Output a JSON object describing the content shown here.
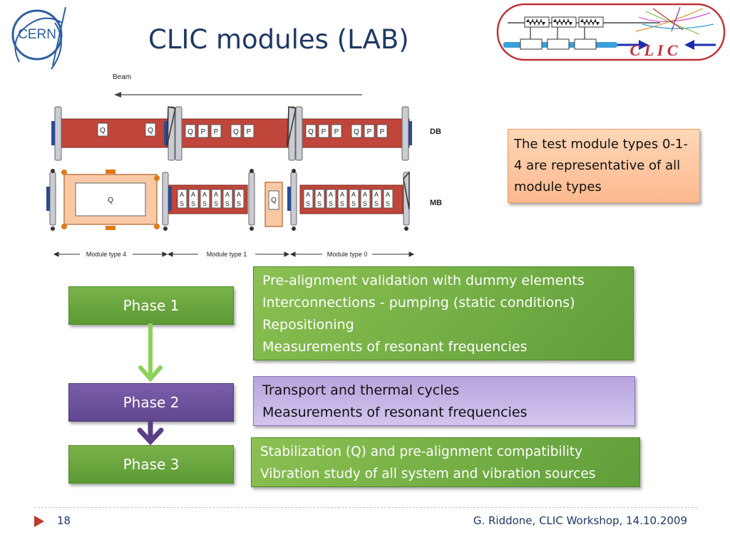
{
  "slide": {
    "title": "CLIC modules (LAB)",
    "logos": {
      "cern": "CERN",
      "clic": "C L I C"
    },
    "diagram": {
      "beam_label": "Beam",
      "db_label": "DB",
      "mb_label": "MB",
      "quad_label": "Q",
      "pets_label": "P",
      "as_top": "A",
      "as_bottom": "S",
      "module_type_labels": [
        "Module type 4",
        "Module type 1",
        "Module type 0"
      ]
    },
    "info_box": "The test module types 0-1-4 are representative of all module types",
    "phases": [
      {
        "label": "Phase 1",
        "lines": [
          "Pre-alignment validation with dummy elements",
          "Interconnections - pumping (static conditions)",
          "Repositioning",
          "Measurements of resonant frequencies"
        ]
      },
      {
        "label": "Phase 2",
        "lines": [
          "Transport and thermal cycles",
          "Measurements of resonant frequencies"
        ]
      },
      {
        "label": "Phase 3",
        "lines": [
          "Stabilization (Q) and pre-alignment compatibility",
          "Vibration study of all system and vibration sources"
        ]
      }
    ],
    "footer": {
      "page_number": "18",
      "credit": "G. Riddone, CLIC Workshop, 14.10.2009"
    },
    "colors": {
      "title": "#1f3864",
      "phase_green": "#6aa83e",
      "phase_purple": "#6a4f9a",
      "info_box": "#fdc39c"
    }
  }
}
